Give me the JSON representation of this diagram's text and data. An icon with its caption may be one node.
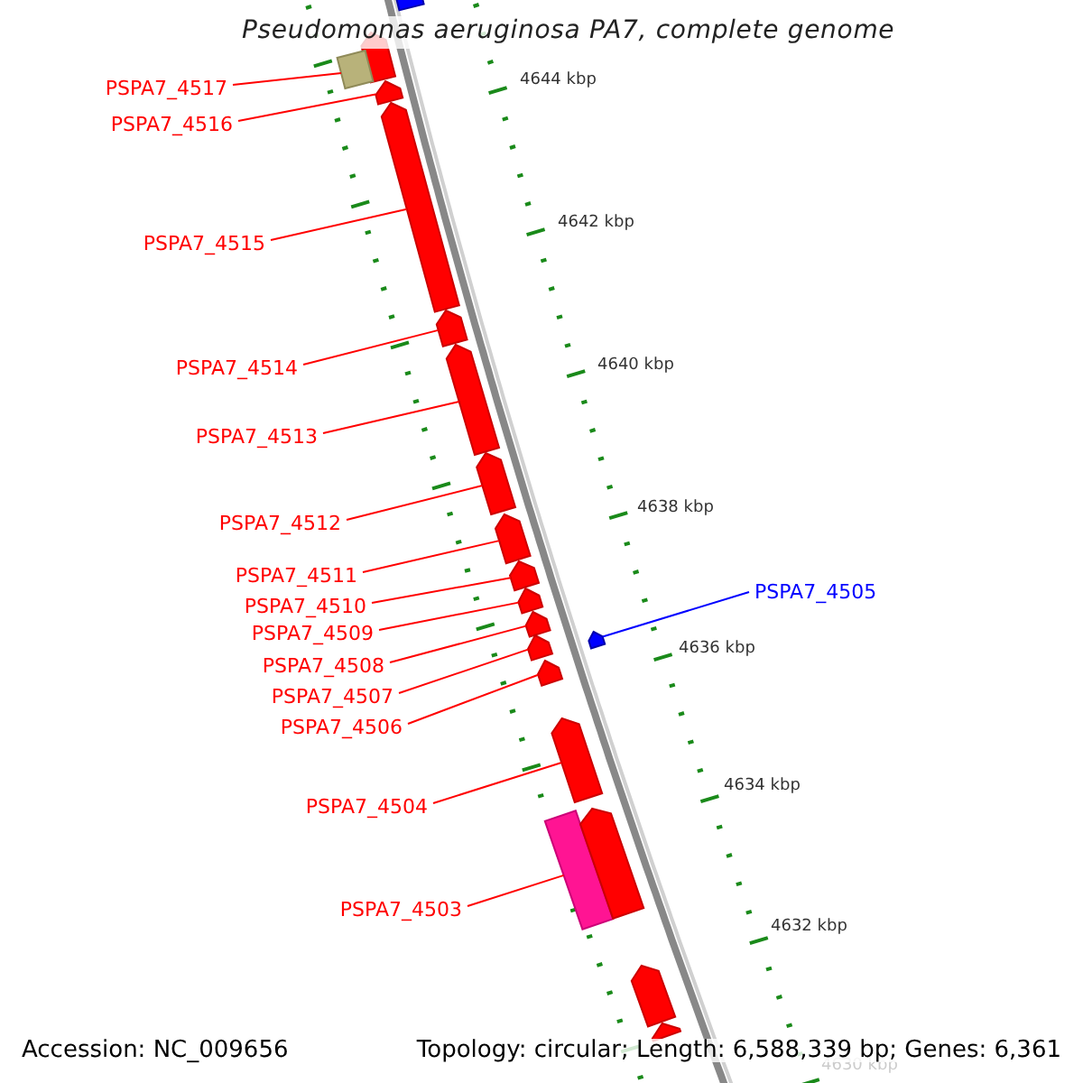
{
  "diagram": {
    "title": "Pseudomonas aeruginosa PA7, complete genome",
    "nodes": [
      {
        "text": [
          "PSPA7_4517"
        ]
      },
      {
        "text": [
          "PSPA7_4516"
        ]
      },
      {
        "text": [
          "PSPA7_4515"
        ]
      },
      {
        "text": [
          "PSPA7_4514"
        ]
      },
      {
        "text": [
          "PSPA7_4513"
        ]
      },
      {
        "text": [
          "PSPA7_4512"
        ]
      },
      {
        "text": [
          "PSPA7_4511"
        ]
      },
      {
        "text": [
          "PSPA7_4510"
        ]
      },
      {
        "text": [
          "PSPA7_4509"
        ]
      },
      {
        "text": [
          "PSPA7_4508"
        ]
      },
      {
        "text": [
          "PSPA7_4507"
        ]
      },
      {
        "text": [
          "PSPA7_4506"
        ]
      },
      {
        "text": [
          "PSPA7_4505"
        ]
      },
      {
        "text": [
          "PSPA7_4504"
        ]
      },
      {
        "text": [
          "PSPA7_4503"
        ]
      },
      {
        "text": [],
        "shape": "arrow"
      },
      {
        "text": [],
        "shape": "arrow"
      },
      {
        "text": [],
        "shape": "box"
      },
      {
        "text": [],
        "shape": "arrow"
      },
      {
        "text": [],
        "shape": "arrow"
      },
      {
        "text": [],
        "shape": "arrow"
      },
      {
        "text": [],
        "shape": "arrow"
      },
      {
        "text": [],
        "shape": "arrow"
      },
      {
        "text": [],
        "shape": "arrow"
      },
      {
        "text": [],
        "shape": "arrow"
      },
      {
        "text": [],
        "shape": "arrow"
      },
      {
        "text": [],
        "shape": "arrow"
      },
      {
        "text": [],
        "shape": "arrow"
      },
      {
        "text": [],
        "shape": "arrow"
      },
      {
        "text": [],
        "shape": "arrow"
      },
      {
        "text": [],
        "shape": "arrow"
      },
      {
        "text": [],
        "shape": "box"
      },
      {
        "text": [],
        "shape": "arrow"
      },
      {
        "text": [],
        "shape": "arrow"
      },
      {
        "text": [],
        "shape": "arrow"
      }
    ],
    "edges": [
      {
        "from": 0,
        "to": 17,
        "arrow": "none"
      },
      {
        "from": 1,
        "to": 18,
        "arrow": "none"
      },
      {
        "from": 2,
        "to": 19,
        "arrow": "none"
      },
      {
        "from": 3,
        "to": 20,
        "arrow": "none"
      },
      {
        "from": 4,
        "to": 21,
        "arrow": "none"
      },
      {
        "from": 5,
        "to": 22,
        "arrow": "none"
      },
      {
        "from": 6,
        "to": 23,
        "arrow": "none"
      },
      {
        "from": 7,
        "to": 24,
        "arrow": "none"
      },
      {
        "from": 8,
        "to": 25,
        "arrow": "none"
      },
      {
        "from": 9,
        "to": 26,
        "arrow": "none"
      },
      {
        "from": 10,
        "to": 27,
        "arrow": "none"
      },
      {
        "from": 11,
        "to": 28,
        "arrow": "none"
      },
      {
        "from": 12,
        "to": 29,
        "arrow": "none",
        "color": "#0000ff"
      },
      {
        "from": 13,
        "to": 30,
        "arrow": "none"
      },
      {
        "from": 14,
        "to": 31,
        "arrow": "none"
      }
    ],
    "labels": [
      "4644 kbp",
      "4642 kbp",
      "4640 kbp",
      "4638 kbp",
      "4636 kbp",
      "4634 kbp",
      "4632 kbp",
      "4630 kbp",
      "Accession: NC_009656",
      "Topology: circular; Length: 6,588,339 bp; Genes: 6,361"
    ]
  }
}
